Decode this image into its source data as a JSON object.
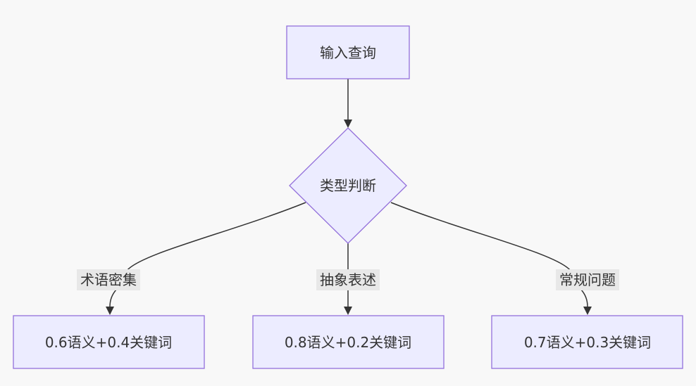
{
  "nodes": {
    "input": "输入查询",
    "decision": "类型判断",
    "left": "0.6语义+0.4关键词",
    "middle": "0.8语义+0.2关键词",
    "right": "0.7语义+0.3关键词"
  },
  "edges": {
    "left_label": "术语密集",
    "middle_label": "抽象表述",
    "right_label": "常规问题"
  },
  "colors": {
    "node_fill": "#ECECFF",
    "node_stroke": "#9370DB",
    "edge": "#333333",
    "label_bg": "#e8e8e8",
    "background": "#f8f8f8"
  }
}
